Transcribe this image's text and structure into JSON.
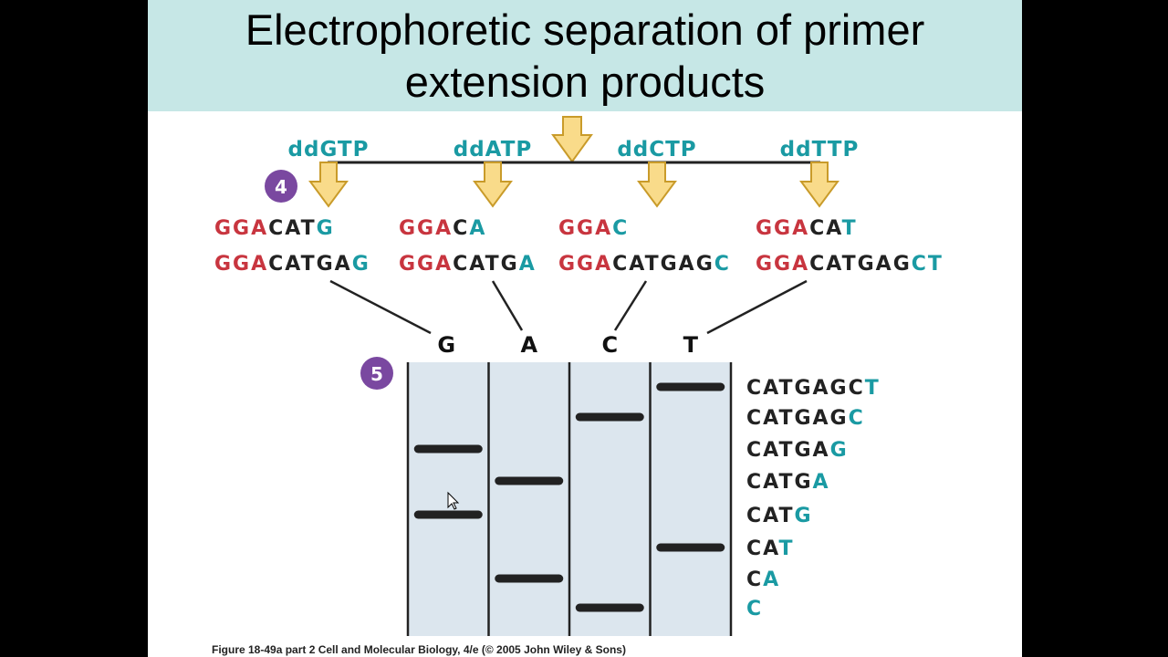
{
  "title": "Electrophoretic separation of primer extension products",
  "title_line1": "Electrophoretic separation of primer",
  "title_line2": "extension products",
  "colors": {
    "primer": "#c8353f",
    "dna": "#222222",
    "terminal": "#1a9aa3",
    "arrow_fill": "#f9db8a",
    "arrow_stroke": "#c99b2a",
    "step_badge": "#7a48a0",
    "gel": "#dce6ee"
  },
  "steps": {
    "four": "4",
    "five": "5"
  },
  "dideoxy": [
    "ddGTP",
    "ddATP",
    "ddCTP",
    "ddTTP"
  ],
  "fragments": {
    "ddGTP": [
      {
        "primer": "GGA",
        "body": "CAT",
        "end": "G"
      },
      {
        "primer": "GGA",
        "body": "CATGA",
        "end": "G"
      }
    ],
    "ddATP": [
      {
        "primer": "GGA",
        "body": "C",
        "end": "A"
      },
      {
        "primer": "GGA",
        "body": "CATG",
        "end": "A"
      }
    ],
    "ddCTP": [
      {
        "primer": "GGA",
        "body": "",
        "end": "C"
      },
      {
        "primer": "GGA",
        "body": "CATGAG",
        "end": "C"
      }
    ],
    "ddTTP": [
      {
        "primer": "GGA",
        "body": "CA",
        "end": "T"
      },
      {
        "primer": "GGA",
        "body": "CATGAG",
        "end": "CT"
      }
    ]
  },
  "gel": {
    "lanes": [
      "G",
      "A",
      "C",
      "T"
    ],
    "bands": [
      {
        "lane": "T",
        "label_body": "CATGAGC",
        "label_end": "T"
      },
      {
        "lane": "C",
        "label_body": "CATGAG",
        "label_end": "C"
      },
      {
        "lane": "G",
        "label_body": "CATGA",
        "label_end": "G"
      },
      {
        "lane": "A",
        "label_body": "CATG",
        "label_end": "A"
      },
      {
        "lane": "G",
        "label_body": "CAT",
        "label_end": "G"
      },
      {
        "lane": "T",
        "label_body": "CA",
        "label_end": "T"
      },
      {
        "lane": "A",
        "label_body": "C",
        "label_end": "A"
      },
      {
        "lane": "C",
        "label_body": "",
        "label_end": "C"
      }
    ]
  },
  "caption": "Figure 18-49a part 2  Cell and Molecular Biology, 4/e (© 2005 John Wiley & Sons)"
}
